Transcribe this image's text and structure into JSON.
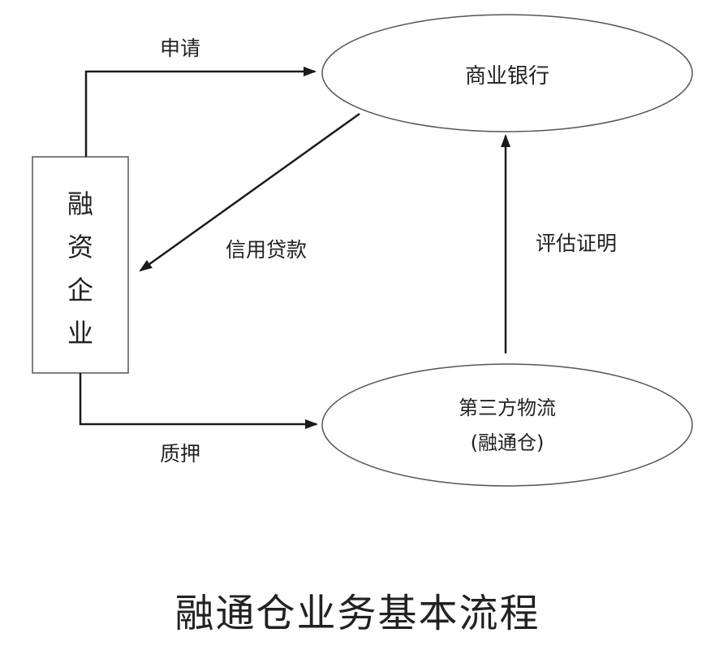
{
  "diagram": {
    "nodes": {
      "enterprise": {
        "label": "融资企业",
        "chars": [
          "融",
          "资",
          "企",
          "业"
        ]
      },
      "bank": {
        "label": "商业银行"
      },
      "logistics": {
        "line1": "第三方物流",
        "line2": "(融通仓)"
      }
    },
    "edges": {
      "apply": {
        "label": "申请",
        "from": "enterprise",
        "to": "bank"
      },
      "loan": {
        "label": "信用贷款",
        "from": "bank",
        "to": "enterprise"
      },
      "pledge": {
        "label": "质押",
        "from": "enterprise",
        "to": "logistics"
      },
      "certify": {
        "label": "评估证明",
        "from": "logistics",
        "to": "bank"
      }
    }
  },
  "caption": "融通仓业务基本流程"
}
